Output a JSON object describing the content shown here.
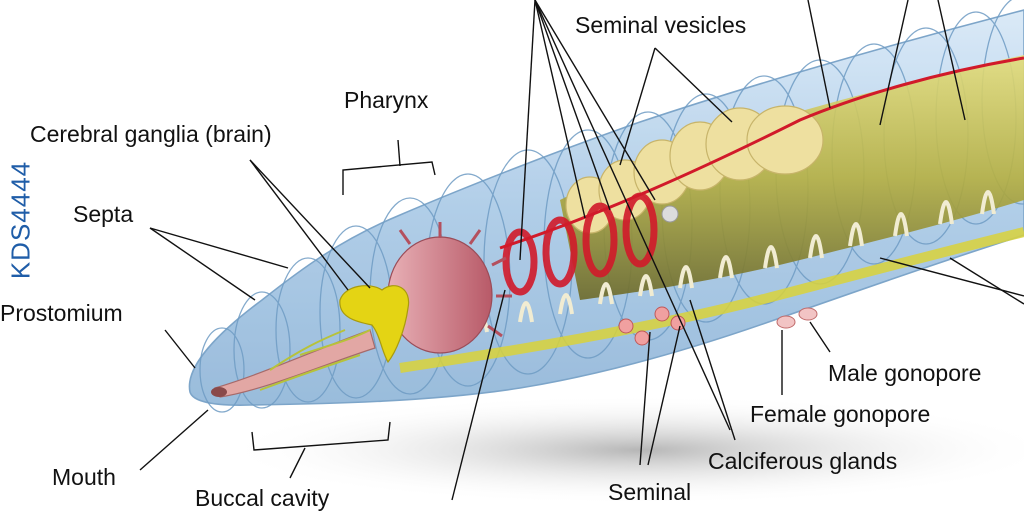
{
  "watermark": "KDS4444",
  "labels": {
    "seminal_vesicles": "Seminal vesicles",
    "pharynx": "Pharynx",
    "cerebral_ganglia": "Cerebral ganglia (brain)",
    "septa": "Septa",
    "prostomium": "Prostomium",
    "mouth": "Mouth",
    "buccal_cavity": "Buccal cavity",
    "male_gonopore": "Male gonopore",
    "female_gonopore": "Female gonopore",
    "calciferous_glands": "Calciferous glands",
    "seminal": "Seminal"
  },
  "colors": {
    "body_skin": "#bcd6ee",
    "body_outline": "#7aa4c9",
    "intestine": "#c9c45a",
    "blood_vessel": "#d11a2a",
    "ganglia": "#e4d414",
    "nephridia": "#e9e4c8",
    "pharynx_mass": "#c7707c",
    "watermark": "#1f5da8"
  }
}
